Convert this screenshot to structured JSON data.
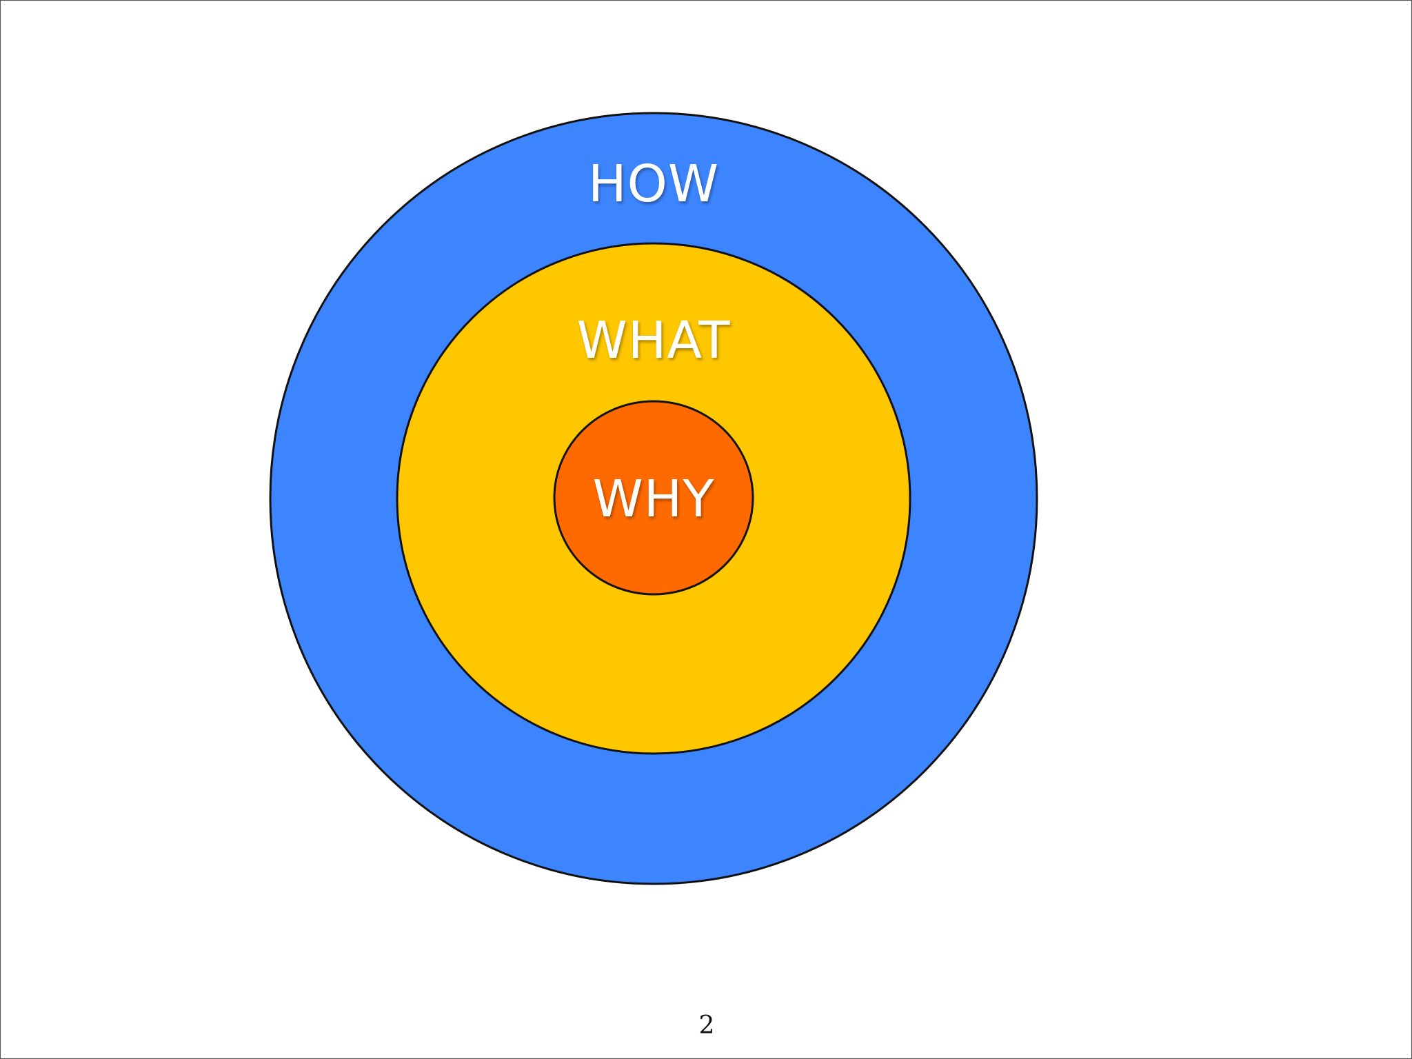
{
  "diagram": {
    "outer": {
      "label": "HOW",
      "fill": "#3d85ff"
    },
    "middle": {
      "label": "WHAT",
      "fill": "#ffc700"
    },
    "inner": {
      "label": "WHY",
      "fill": "#ff6a00"
    },
    "stroke": "#111111",
    "label_color": "#ffffff"
  },
  "slide": {
    "page_number": "2"
  }
}
